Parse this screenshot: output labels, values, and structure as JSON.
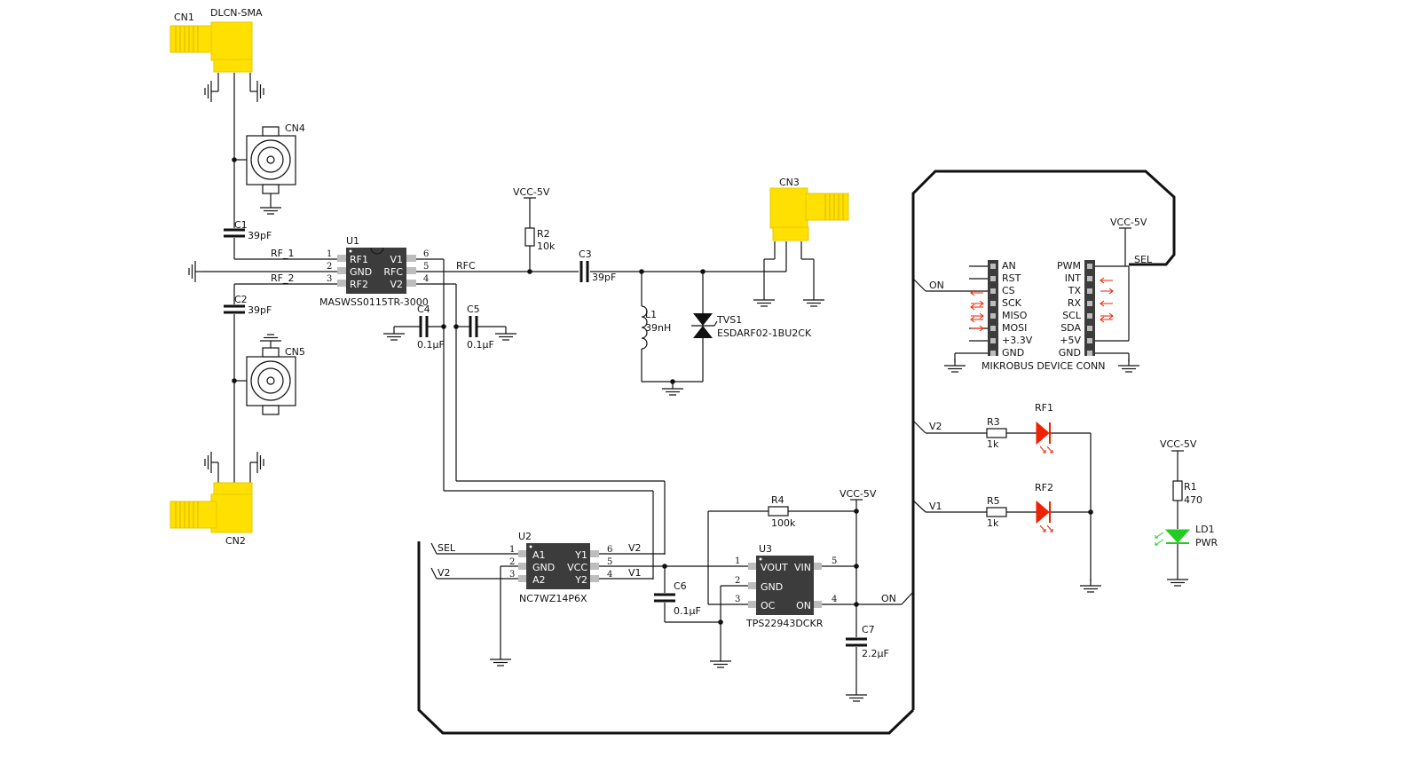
{
  "connectors": {
    "cn1": "CN1",
    "cn1_type": "DLCN-SMA",
    "cn2": "CN2",
    "cn3": "CN3",
    "cn4": "CN4",
    "cn5": "CN5"
  },
  "caps": {
    "c1": "C1",
    "c1_val": "39pF",
    "c2": "C2",
    "c2_val": "39pF",
    "c3": "C3",
    "c3_val": "39pF",
    "c4": "C4",
    "c4_val": "0.1µF",
    "c5": "C5",
    "c5_val": "0.1µF",
    "c6": "C6",
    "c6_val": "0.1µF",
    "c7": "C7",
    "c7_val": "2.2µF"
  },
  "resistors": {
    "r1": "R1",
    "r1_val": "470",
    "r2": "R2",
    "r2_val": "10k",
    "r3": "R3",
    "r3_val": "1k",
    "r4": "R4",
    "r4_val": "100k",
    "r5": "R5",
    "r5_val": "1k"
  },
  "inductor": {
    "ref": "L1",
    "val": "39nH"
  },
  "tvs": {
    "ref": "TVS1",
    "part": "ESDARF02-1BU2CK"
  },
  "leds": {
    "rf1": "RF1",
    "rf2": "RF2",
    "ld1": "LD1",
    "ld1_val": "PWR"
  },
  "u1": {
    "ref": "U1",
    "part": "MASWSS0115TR-3000",
    "pins_left": [
      "RF1",
      "GND",
      "RF2"
    ],
    "nums_left": [
      "1",
      "2",
      "3"
    ],
    "pins_right": [
      "V1",
      "RFC",
      "V2"
    ],
    "nums_right": [
      "6",
      "5",
      "4"
    ]
  },
  "u2": {
    "ref": "U2",
    "part": "NC7WZ14P6X",
    "pins_left": [
      "A1",
      "GND",
      "A2"
    ],
    "nums_left": [
      "1",
      "2",
      "3"
    ],
    "pins_right": [
      "Y1",
      "VCC",
      "Y2"
    ],
    "nums_right": [
      "6",
      "5",
      "4"
    ]
  },
  "u3": {
    "ref": "U3",
    "part": "TPS22943DCKR",
    "pins_left": [
      "VOUT",
      "GND",
      "OC"
    ],
    "nums_left": [
      "1",
      "2",
      "3"
    ],
    "pins_right": [
      "VIN",
      "ON"
    ],
    "nums_right": [
      "5",
      "4"
    ]
  },
  "nets": {
    "rf_1": "RF_1",
    "rf_2": "RF_2",
    "rfc": "RFC",
    "vcc": "VCC-5V",
    "sel": "SEL",
    "v1": "V1",
    "v2": "V2",
    "on": "ON"
  },
  "mikrobus": {
    "title": "MIKROBUS DEVICE CONN",
    "left": [
      "AN",
      "RST",
      "CS",
      "SCK",
      "MISO",
      "MOSI",
      "+3.3V",
      "GND"
    ],
    "right": [
      "PWM",
      "INT",
      "TX",
      "RX",
      "SCL",
      "SDA",
      "+5V",
      "GND"
    ]
  },
  "colors": {
    "connector": "#ffe000",
    "ic": "#3c3c3c",
    "led_rf": "#ee2200",
    "led_pwr": "#22cc22"
  }
}
